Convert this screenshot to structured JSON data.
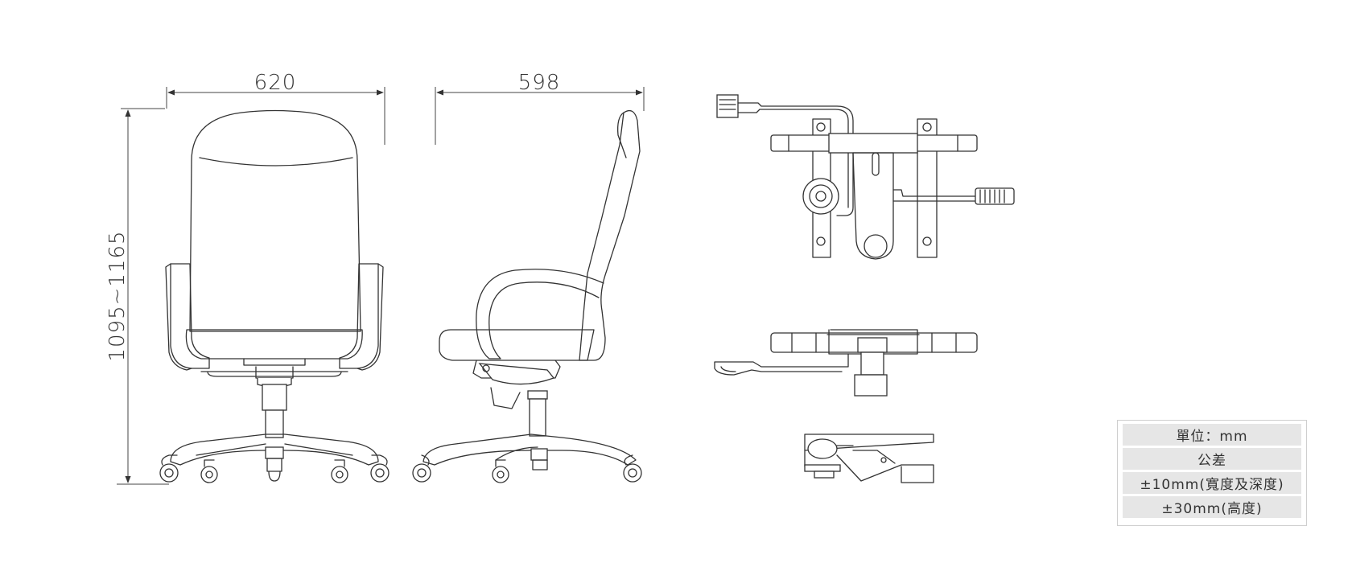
{
  "dimensions": {
    "front_width": "620",
    "side_depth": "598",
    "height_range": "1095~1165"
  },
  "spec_table": {
    "unit_label": "單位：mm",
    "tolerance_label": "公差",
    "width_depth_tolerance": "±10mm(寬度及深度)",
    "height_tolerance": "±30mm(高度)"
  }
}
